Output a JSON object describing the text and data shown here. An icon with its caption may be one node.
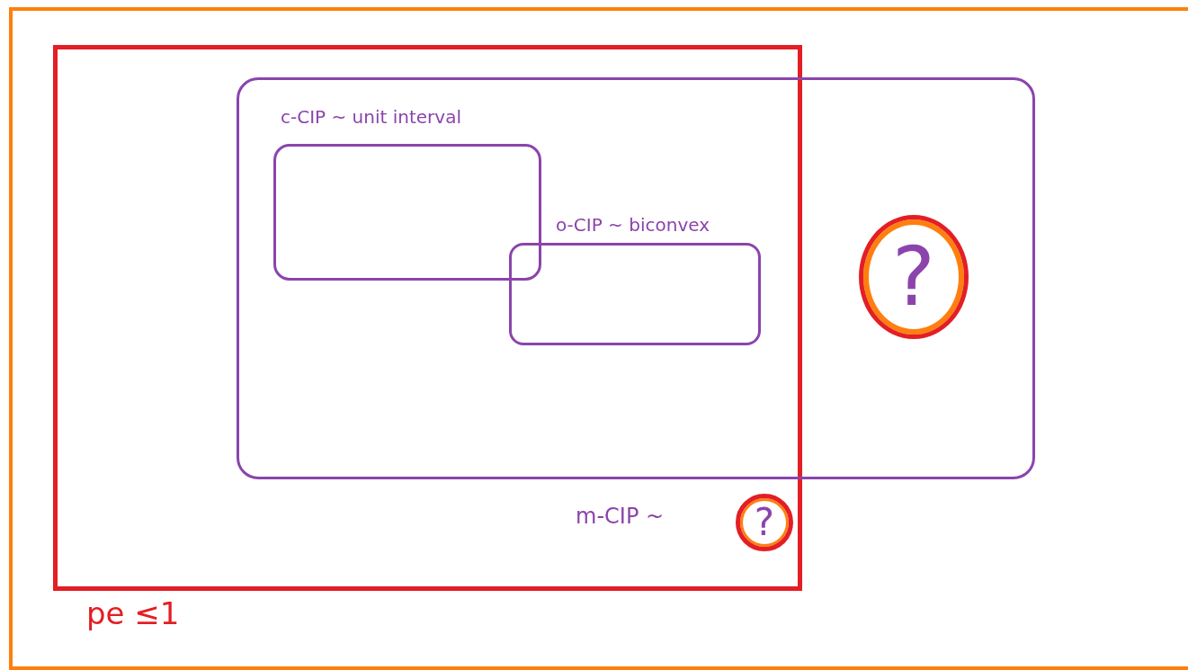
{
  "diagram": {
    "nodes": [
      {
        "text": [],
        "shape": "box"
      },
      {
        "text": [],
        "shape": "box",
        "in": 0,
        "beside": [
          "pe ≤1"
        ]
      },
      {
        "text": [],
        "shape": "box",
        "in": 0
      },
      {
        "text": [],
        "shape": "box",
        "beside": [
          "c-CIP ~ unit interval"
        ]
      },
      {
        "text": [],
        "shape": "box",
        "beside": [
          "o-CIP ~ biconvex"
        ]
      },
      {
        "text": [
          "?"
        ],
        "in": 2
      },
      {
        "text": [
          "?"
        ],
        "in": 1,
        "beside": [
          "m-CIP ~"
        ]
      }
    ]
  }
}
